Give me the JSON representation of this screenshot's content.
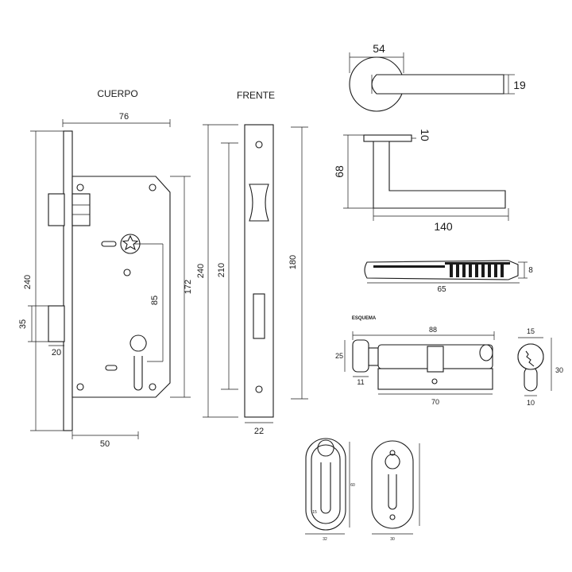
{
  "labels": {
    "cuerpo": "CUERPO",
    "frente": "FRENTE",
    "esquema": "ESQUEMA"
  },
  "dims": {
    "body_width": "76",
    "body_height": "240",
    "latch_height": "35",
    "latch_offset": "20",
    "backset": "50",
    "center_distance": "85",
    "inner_height": "172",
    "front_height": "240",
    "front_inner": "210",
    "front_strike": "180",
    "front_width": "22",
    "rose_diameter": "54",
    "rose_depth": "19",
    "lever_height": "68",
    "lever_spindle": "10",
    "lever_length": "140",
    "key_length": "65",
    "key_height": "8",
    "cyl_total": "88",
    "cyl_knob": "25",
    "cyl_knob_w": "11",
    "cyl_body": "70",
    "cyl_top": "15",
    "cyl_height": "30",
    "cyl_bottom": "10",
    "esc1_w": "32",
    "esc1_h": "60",
    "esc1_inner": "15",
    "esc2_w": "30"
  }
}
